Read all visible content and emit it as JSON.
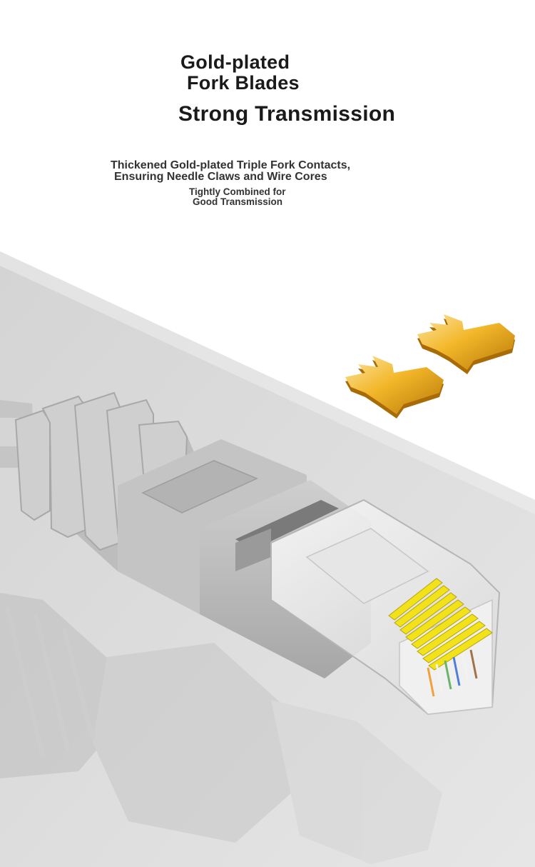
{
  "headline": {
    "line1": "Gold-plated",
    "line2": "Fork Blades",
    "line3": "Strong Transmission"
  },
  "description": {
    "line1": "Thickened Gold-plated Triple Fork Contacts,",
    "line2": "Ensuring Needle Claws and Wire Cores",
    "line3": "Tightly Combined for",
    "line4": "Good Transmission"
  },
  "colors": {
    "background_top": "#ffffff",
    "floor_gray": "#dedede",
    "cable_gray": "#c9c9c9",
    "gold": "#f2b320",
    "contact_yellow": "#f1e21a"
  }
}
